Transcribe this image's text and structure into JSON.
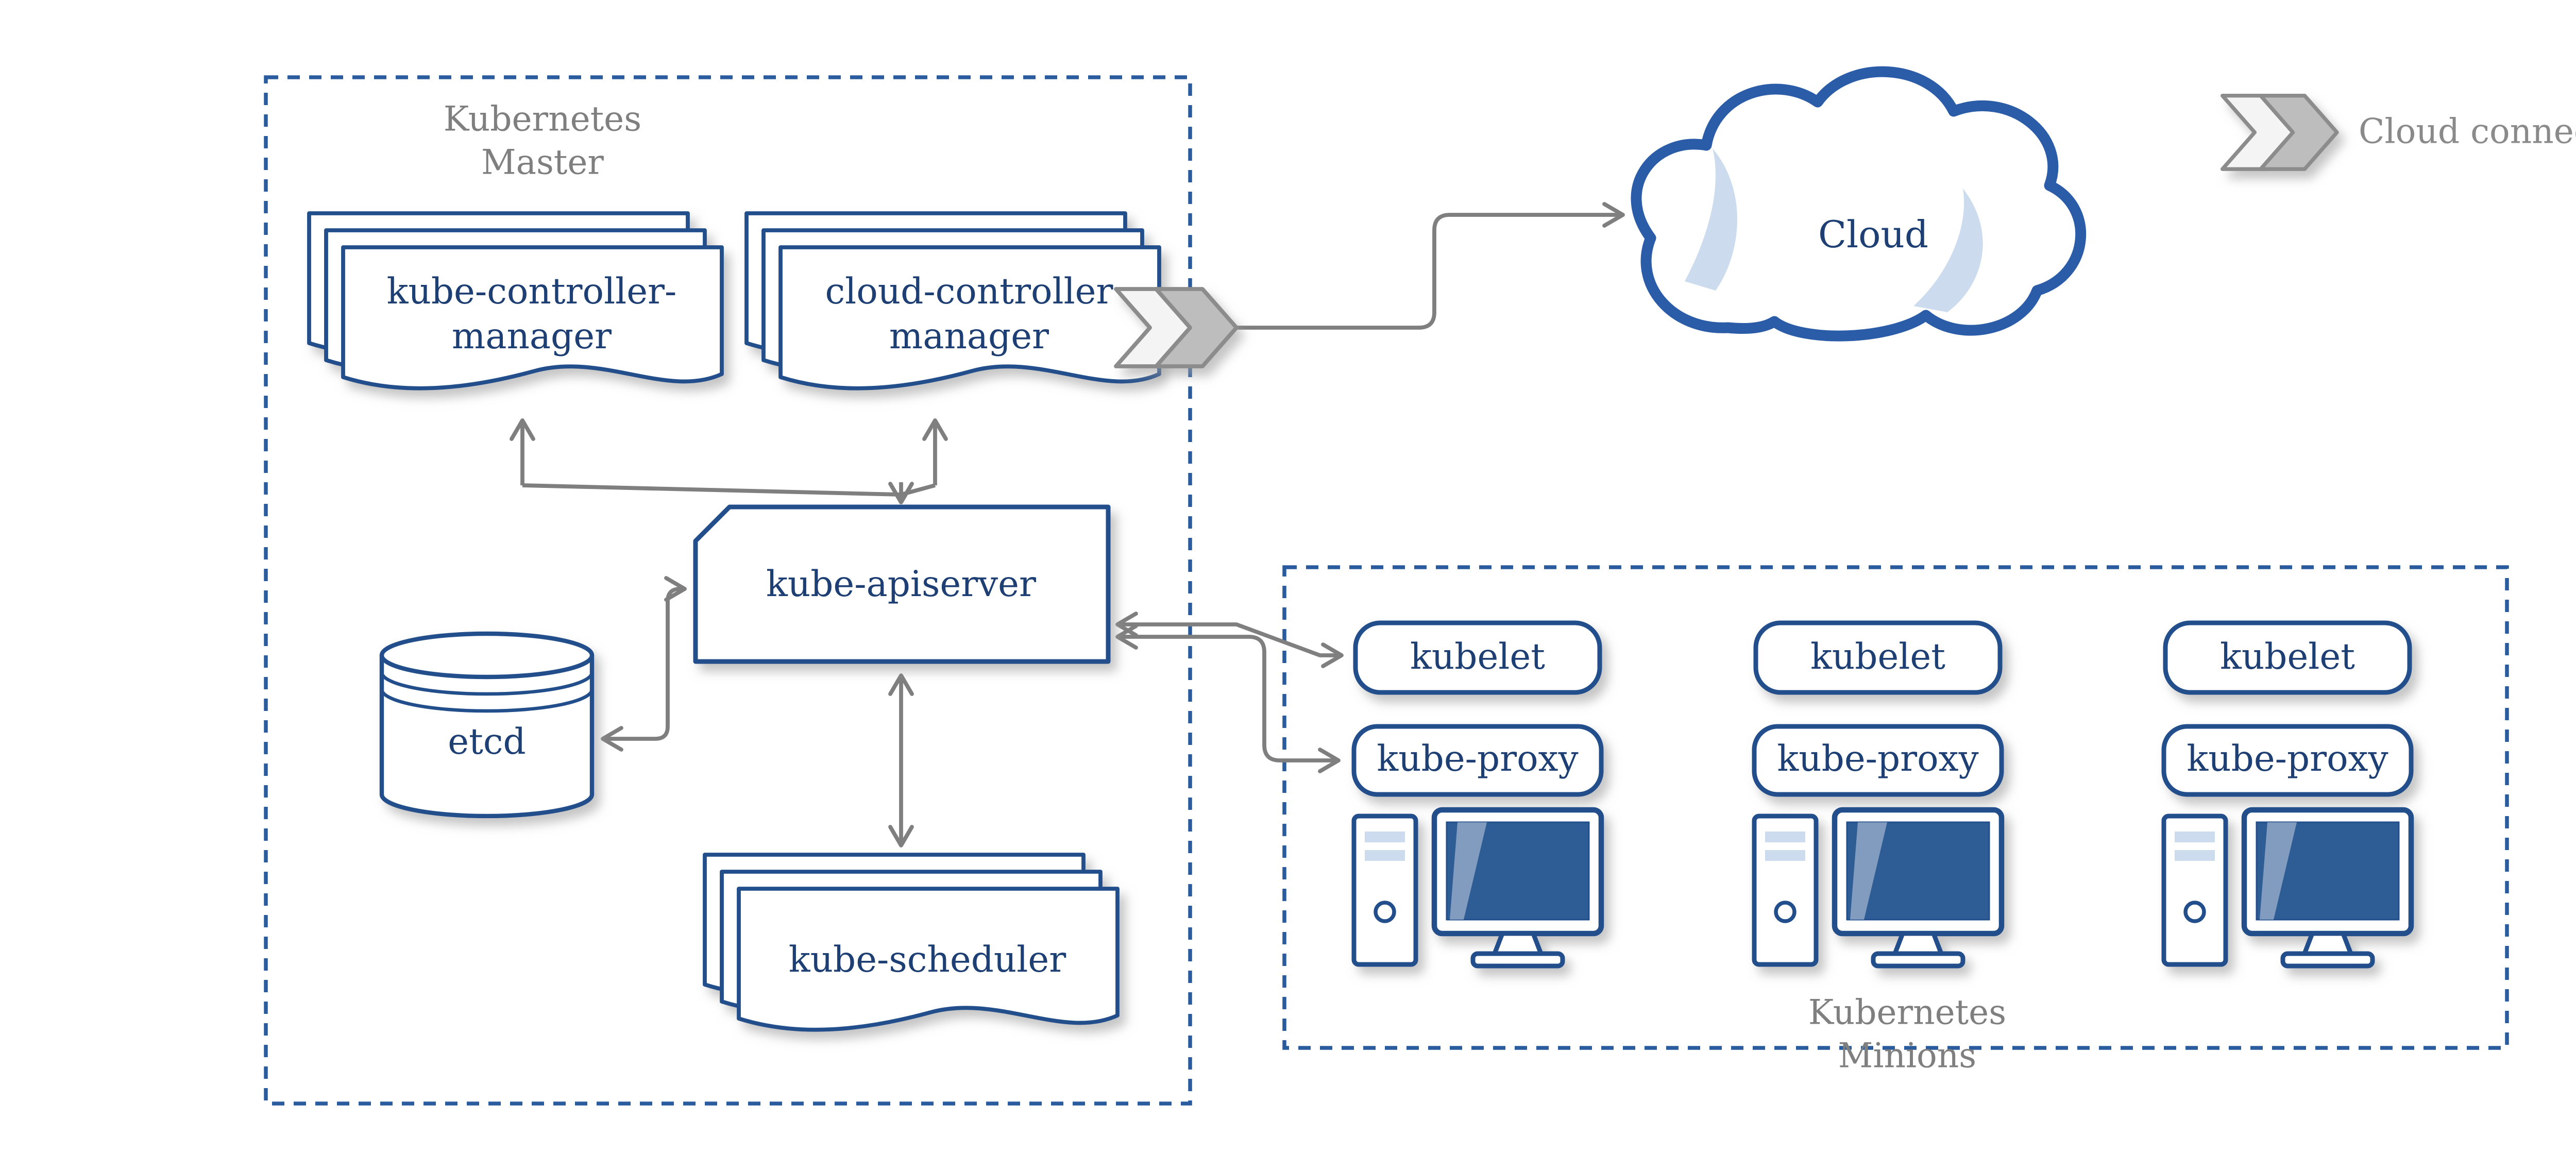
{
  "diagram": {
    "master": {
      "title": "Kubernetes\nMaster",
      "nodes": {
        "kube_controller_manager": "kube-controller-\nmanager",
        "cloud_controller_manager": "cloud-controller\nmanager",
        "kube_apiserver": "kube-apiserver",
        "etcd": "etcd",
        "kube_scheduler": "kube-scheduler"
      }
    },
    "cloud": {
      "label": "Cloud"
    },
    "legend": {
      "cloud_connector_label": "Cloud connector"
    },
    "minions": {
      "title": "Kubernetes\nMinions",
      "columns": [
        {
          "kubelet": "kubelet",
          "kube_proxy": "kube-proxy"
        },
        {
          "kubelet": "kubelet",
          "kube_proxy": "kube-proxy"
        },
        {
          "kubelet": "kubelet",
          "kube_proxy": "kube-proxy"
        }
      ]
    },
    "icons": {
      "cloud_connector_icon": "double-chevron-arrow",
      "minion_machine_icon": "desktop-computer-tower"
    },
    "colors": {
      "node_border": "#24508c",
      "node_text": "#1d3f73",
      "boundary": "#2a5b9e",
      "muted_text": "#7f7f7f",
      "arrow": "#7f7f7f",
      "cloud_stroke": "#2b5ca8",
      "screen_fill": "#2d5b94",
      "accent_light": "#ccdbee"
    }
  }
}
